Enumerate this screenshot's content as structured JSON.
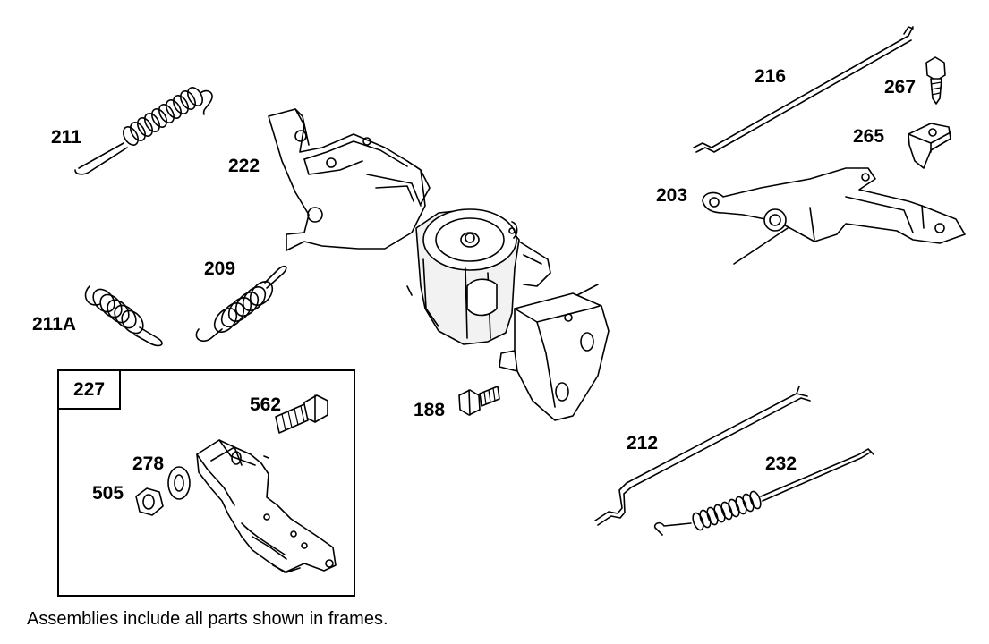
{
  "labels": {
    "p211": "211",
    "p222": "222",
    "p211a": "211A",
    "p209": "209",
    "p227": "227",
    "p562": "562",
    "p278": "278",
    "p505": "505",
    "p188": "188",
    "p216": "216",
    "p267": "267",
    "p265": "265",
    "p203": "203",
    "p212": "212",
    "p232": "232"
  },
  "caption": "Assemblies include all parts shown in frames."
}
